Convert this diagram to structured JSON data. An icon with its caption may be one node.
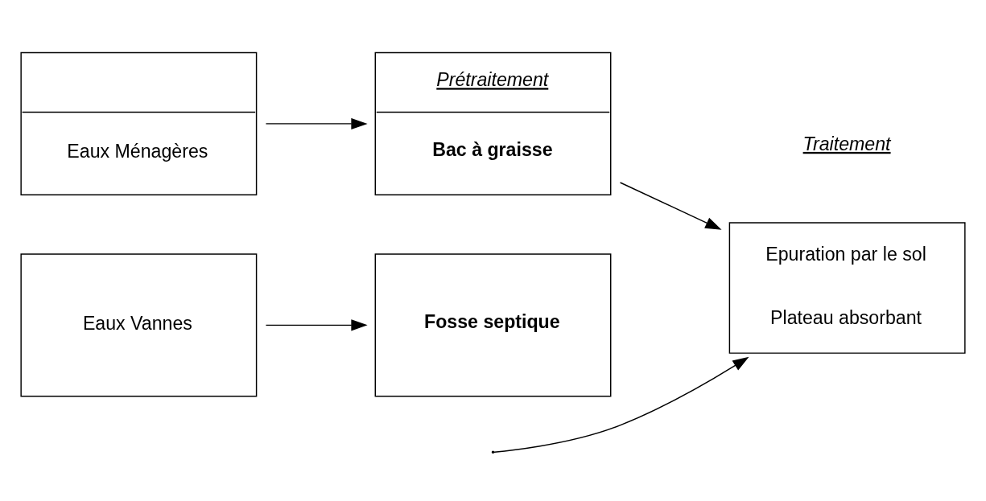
{
  "diagram": {
    "nodes": [
      {
        "text": [
          "Eaux Ménagères"
        ]
      },
      {
        "text": [
          "Prétraitement",
          "Bac à graisse"
        ]
      },
      {
        "text": [
          "Epuration par le sol",
          "Plateau absorbant"
        ]
      },
      {
        "text": [
          "Eaux Vannes"
        ]
      },
      {
        "text": [
          "Fosse septique"
        ]
      }
    ],
    "edges": [
      {
        "from": 0,
        "to": 1,
        "arrow": "to"
      },
      {
        "from": 1,
        "to": 2,
        "arrow": "to"
      },
      {
        "from": null,
        "to": 2,
        "arrow": "to"
      },
      {
        "from": 3,
        "to": 4,
        "arrow": "to"
      }
    ],
    "labels": [
      "Traitement"
    ]
  }
}
